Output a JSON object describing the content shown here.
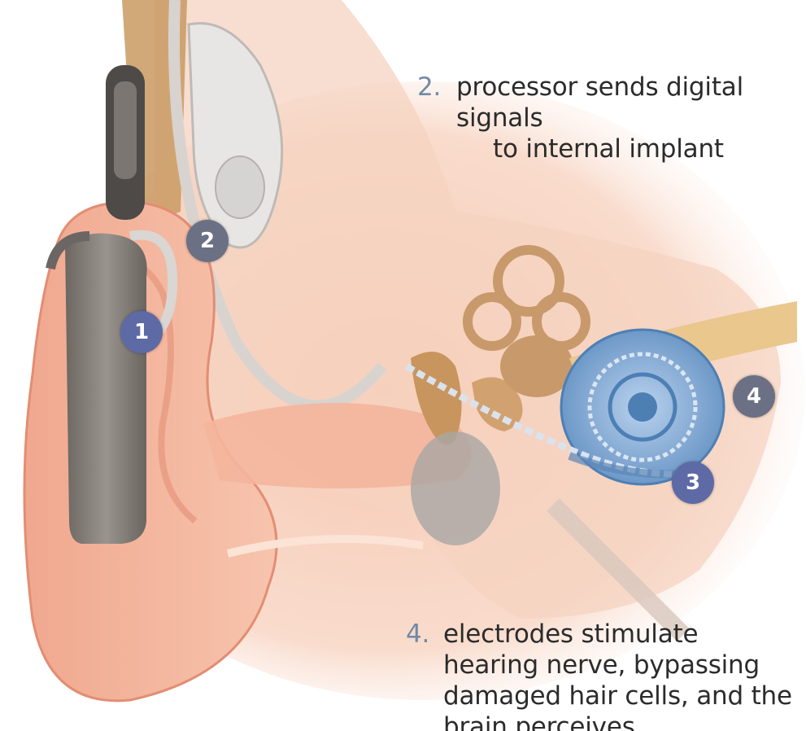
{
  "callouts": [
    {
      "number": "2.",
      "text": "processor sends digital signals",
      "text_cont": "to internal implant"
    },
    {
      "number": "4.",
      "text": "electrodes stimulate hearing nerve, bypassing damaged hair cells, and the brain perceives"
    }
  ],
  "markers": [
    "1",
    "2",
    "3",
    "4"
  ],
  "colors": {
    "number_accent": "#6f8aa6",
    "marker_fill": "#6b7084",
    "skin": "#f3b99e",
    "cochlea": "#7fa8d4"
  }
}
